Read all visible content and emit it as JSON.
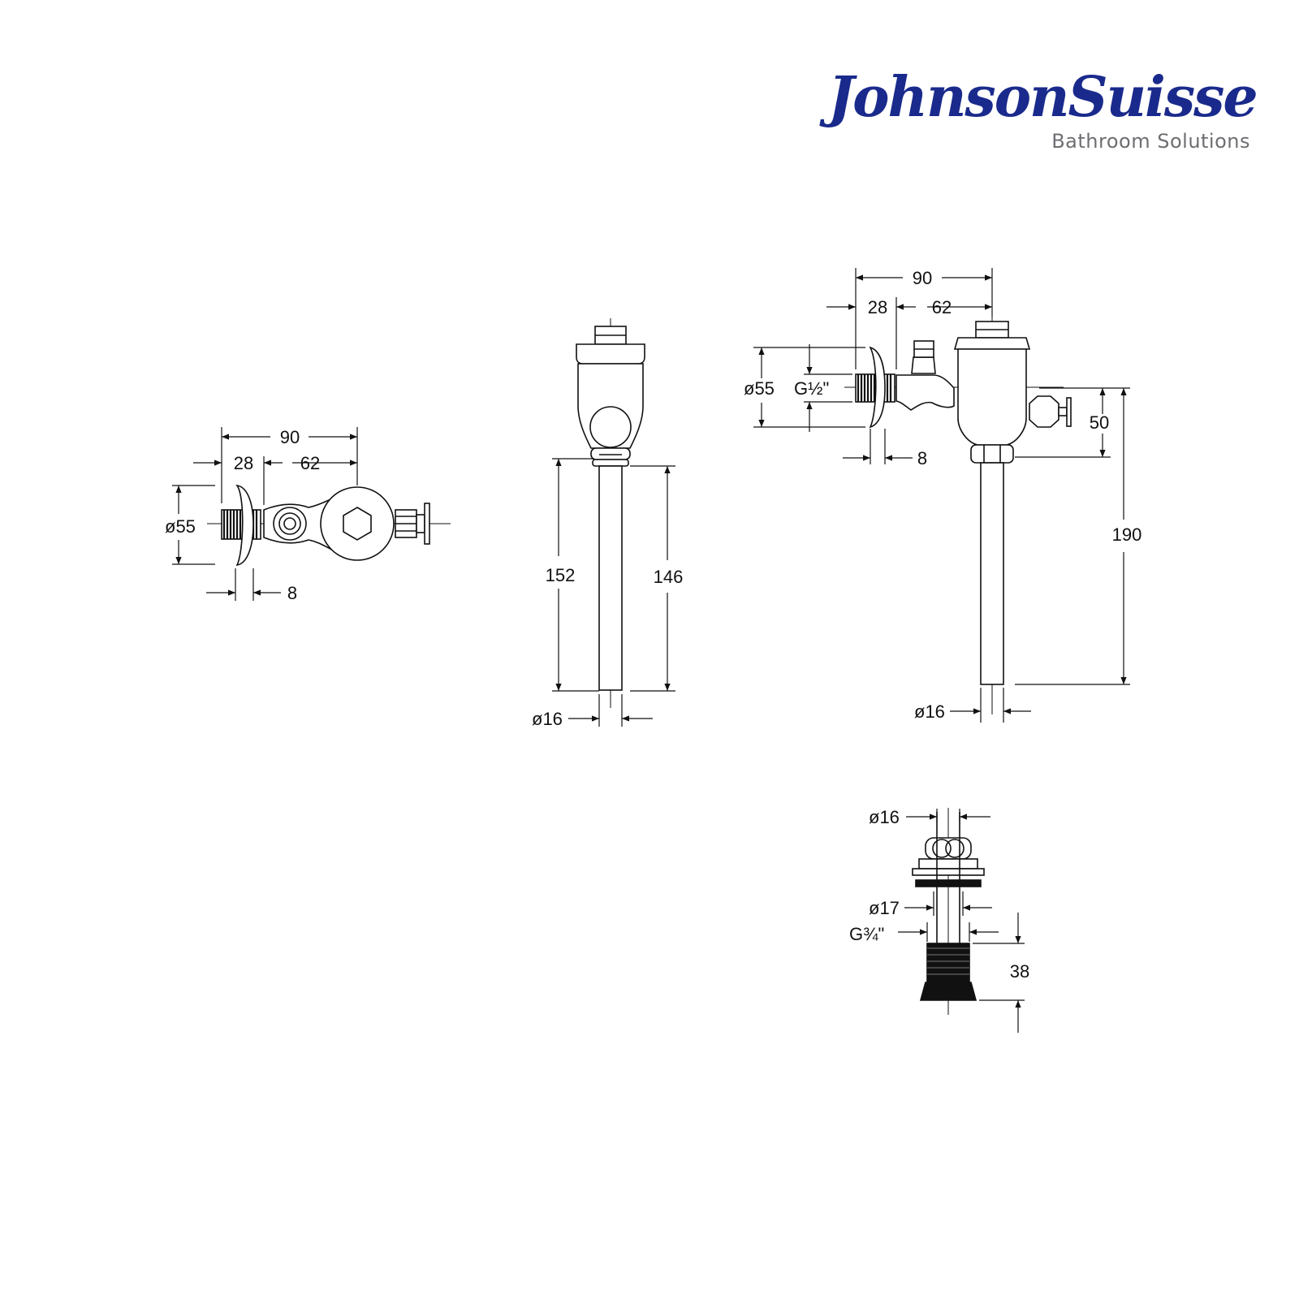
{
  "brand": {
    "name": "JohnsonSuisse",
    "tagline": "Bathroom Solutions",
    "color": "#1a2a8c",
    "tagline_color": "#6d6e71"
  },
  "top_view": {
    "overall": "90",
    "thread": "28",
    "body": "62",
    "flange_dia": "ø55",
    "flange_thk": "8"
  },
  "front_view": {
    "left_len": "152",
    "right_len": "146",
    "tube_dia": "ø16"
  },
  "side_view": {
    "overall": "90",
    "thread": "28",
    "body": "62",
    "flange_dia": "ø55",
    "inlet": "G½\"",
    "flange_thk": "8",
    "inlet_height": "50",
    "outlet_len": "190",
    "tube_dia": "ø16"
  },
  "spud_detail": {
    "tube_dia": "ø16",
    "bore_dia": "ø17",
    "thread": "G¾\"",
    "height": "38"
  }
}
